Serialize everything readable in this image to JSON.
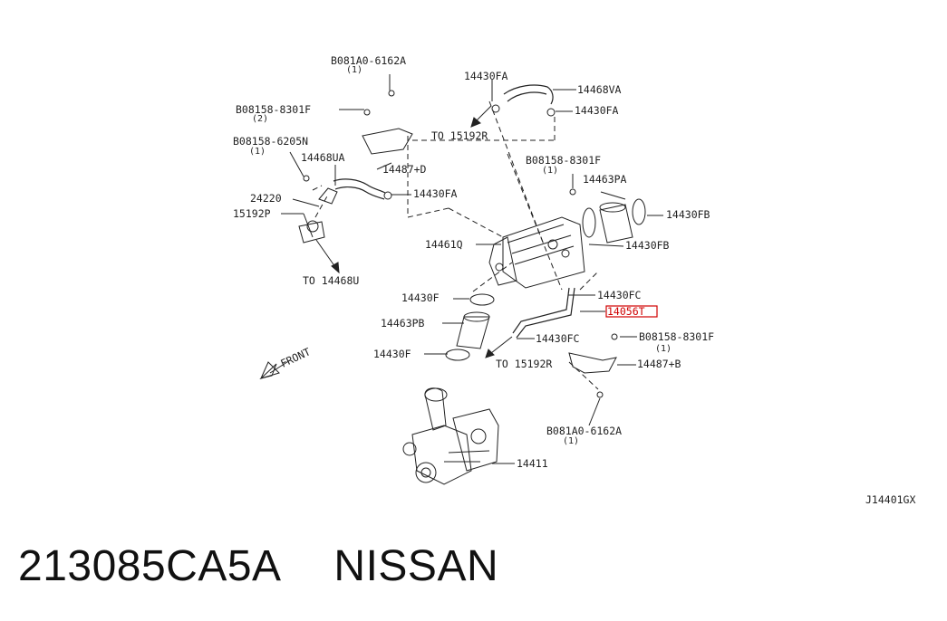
{
  "labels": {
    "b081a0_top": "B081A0-6162A",
    "b081a0_top_qty": "(1)",
    "p14430fa_1": "14430FA",
    "p14468va": "14468VA",
    "p14430fa_2": "14430FA",
    "b08158_8301f_a": "B08158-8301F",
    "b08158_8301f_a_qty": "(2)",
    "to15192r_top": "TO 15192R",
    "b08158_6205n": "B08158-6205N",
    "b08158_6205n_qty": "(1)",
    "p14468ua": "14468UA",
    "p14487d": "14487+D",
    "b08158_8301f_b": "B08158-8301F",
    "b08158_8301f_b_qty": "(1)",
    "p24220": "24220",
    "p14430fa_3": "14430FA",
    "p14463pa": "14463PA",
    "p15192p": "15192P",
    "p14430fb_1": "14430FB",
    "p14461q": "14461Q",
    "p14430fb_2": "14430FB",
    "to14468u": "TO 14468U",
    "p14430f_1": "14430F",
    "p14430fc_1": "14430FC",
    "p14056t": "14056T",
    "p14463pb": "14463PB",
    "p14430fc_2": "14430FC",
    "b08158_8301f_c": "B08158-8301F",
    "b08158_8301f_c_qty": "(1)",
    "front": "FRONT",
    "p14430f_2": "14430F",
    "to15192r_bottom": "TO 15192R",
    "p14487b": "14487+B",
    "b081a0_bottom": "B081A0-6162A",
    "b081a0_bottom_qty": "(1)",
    "p14411": "14411",
    "diagram_code": "J14401GX"
  },
  "footer": {
    "part_number": "213085CA5A",
    "brand": "NISSAN"
  },
  "colors": {
    "line": "#222222",
    "highlight": "#d00000"
  }
}
